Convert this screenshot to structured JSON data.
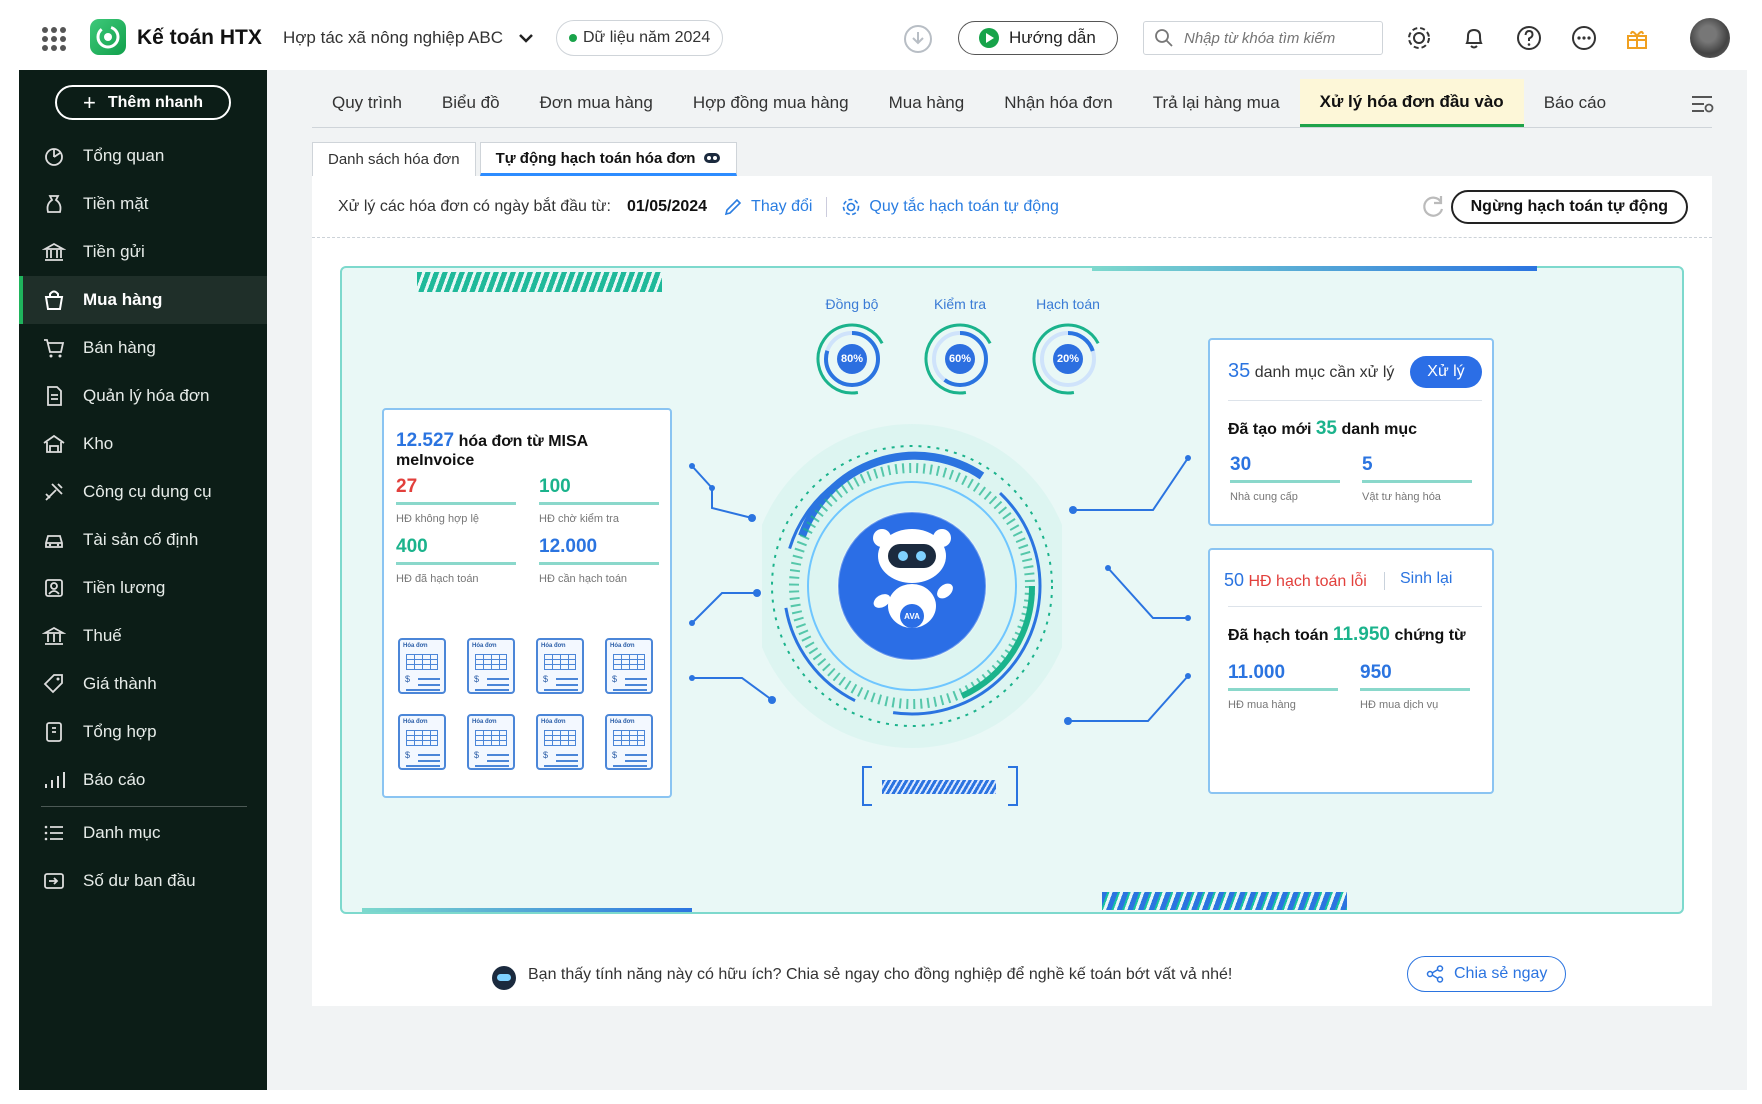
{
  "header": {
    "brand": "Kế toán HTX",
    "organization": "Hợp tác xã nông nghiệp ABC",
    "data_year": "Dữ liệu năm 2024",
    "guide_label": "Hướng dẫn",
    "search_placeholder": "Nhập từ khóa tìm kiếm",
    "icons": [
      "apps-grid-icon",
      "download-icon",
      "settings-icon",
      "bell-icon",
      "help-icon",
      "more-icon",
      "gift-icon"
    ]
  },
  "sidebar": {
    "quick_add": "Thêm nhanh",
    "items": [
      {
        "label": "Tổng quan",
        "icon": "dashboard-icon"
      },
      {
        "label": "Tiền mặt",
        "icon": "cash-icon"
      },
      {
        "label": "Tiền gửi",
        "icon": "bank-icon"
      },
      {
        "label": "Mua hàng",
        "icon": "shopping-bag-icon",
        "active": true
      },
      {
        "label": "Bán hàng",
        "icon": "cart-icon"
      },
      {
        "label": "Quản lý hóa đơn",
        "icon": "invoice-icon"
      },
      {
        "label": "Kho",
        "icon": "warehouse-icon"
      },
      {
        "label": "Công cụ dụng cụ",
        "icon": "tools-icon"
      },
      {
        "label": "Tài sản cố định",
        "icon": "car-icon"
      },
      {
        "label": "Tiền lương",
        "icon": "salary-icon"
      },
      {
        "label": "Thuế",
        "icon": "tax-icon"
      },
      {
        "label": "Giá thành",
        "icon": "price-tag-icon"
      },
      {
        "label": "Tổng hợp",
        "icon": "summary-icon"
      },
      {
        "label": "Báo cáo",
        "icon": "report-chart-icon"
      },
      {
        "label": "Danh mục",
        "icon": "list-icon"
      },
      {
        "label": "Số dư ban đầu",
        "icon": "opening-balance-icon"
      }
    ]
  },
  "tabs": [
    "Quy trình",
    "Biểu đồ",
    "Đơn mua hàng",
    "Hợp đồng mua hàng",
    "Mua hàng",
    "Nhận hóa đơn",
    "Trả lại hàng mua",
    "Xử lý hóa đơn đầu vào",
    "Báo cáo"
  ],
  "active_tab": "Xử lý hóa đơn đầu vào",
  "subtabs": [
    "Danh sách hóa đơn",
    "Tự động hạch toán hóa đơn"
  ],
  "toolbar": {
    "prefix": "Xử lý các hóa đơn có ngày bắt đầu từ:",
    "date": "01/05/2024",
    "change": "Thay đổi",
    "rules": "Quy tắc hạch toán tự động",
    "stop": "Ngừng hạch toán tự động"
  },
  "steps": [
    {
      "label": "Đồng bộ",
      "pct": "80%",
      "value": 0.8
    },
    {
      "label": "Kiểm tra",
      "pct": "60%",
      "value": 0.6
    },
    {
      "label": "Hạch toán",
      "pct": "20%",
      "value": 0.2
    }
  ],
  "invoices": {
    "total": "12.527",
    "title": "hóa đơn từ MISA meInvoice",
    "stats": [
      {
        "value": "27",
        "label": "HĐ không hợp lệ",
        "color": "#e2403c"
      },
      {
        "value": "100",
        "label": "HĐ chờ kiểm tra",
        "color": "#1bb38c"
      },
      {
        "value": "400",
        "label": "HĐ đã hạch toán",
        "color": "#1bb38c"
      },
      {
        "value": "12.000",
        "label": "HĐ cần hạch toán",
        "color": "#2b74e0"
      }
    ],
    "doc_label": "Hóa đơn"
  },
  "robot": {
    "badge": "AVA"
  },
  "categories": {
    "count": "35",
    "text": "danh mục cần xử lý",
    "button": "Xử lý",
    "created_prefix": "Đã tạo mới",
    "created_count": "35",
    "created_suffix": "danh mục",
    "stats": [
      {
        "value": "30",
        "label": "Nhà cung cấp"
      },
      {
        "value": "5",
        "label": "Vật tư hàng hóa"
      }
    ]
  },
  "errors": {
    "count": "50",
    "text": "HĐ hạch toán lỗi",
    "regen": "Sinh lại",
    "posted_prefix": "Đã hạch toán",
    "posted_count": "11.950",
    "posted_suffix": "chứng từ",
    "stats": [
      {
        "value": "11.000",
        "label": "HĐ mua hàng"
      },
      {
        "value": "950",
        "label": "HĐ mua dịch vụ"
      }
    ]
  },
  "share": {
    "text": "Bạn thấy tính năng này có hữu ích? Chia sẻ ngay cho đồng nghiệp để nghề kế toán bớt vất vả nhé!",
    "button": "Chia sẻ ngay"
  },
  "colors": {
    "primary_green": "#1fa34a",
    "accent_blue": "#2b74e0",
    "sidebar_bg": "#0c1d17",
    "teal": "#1bb38c"
  }
}
